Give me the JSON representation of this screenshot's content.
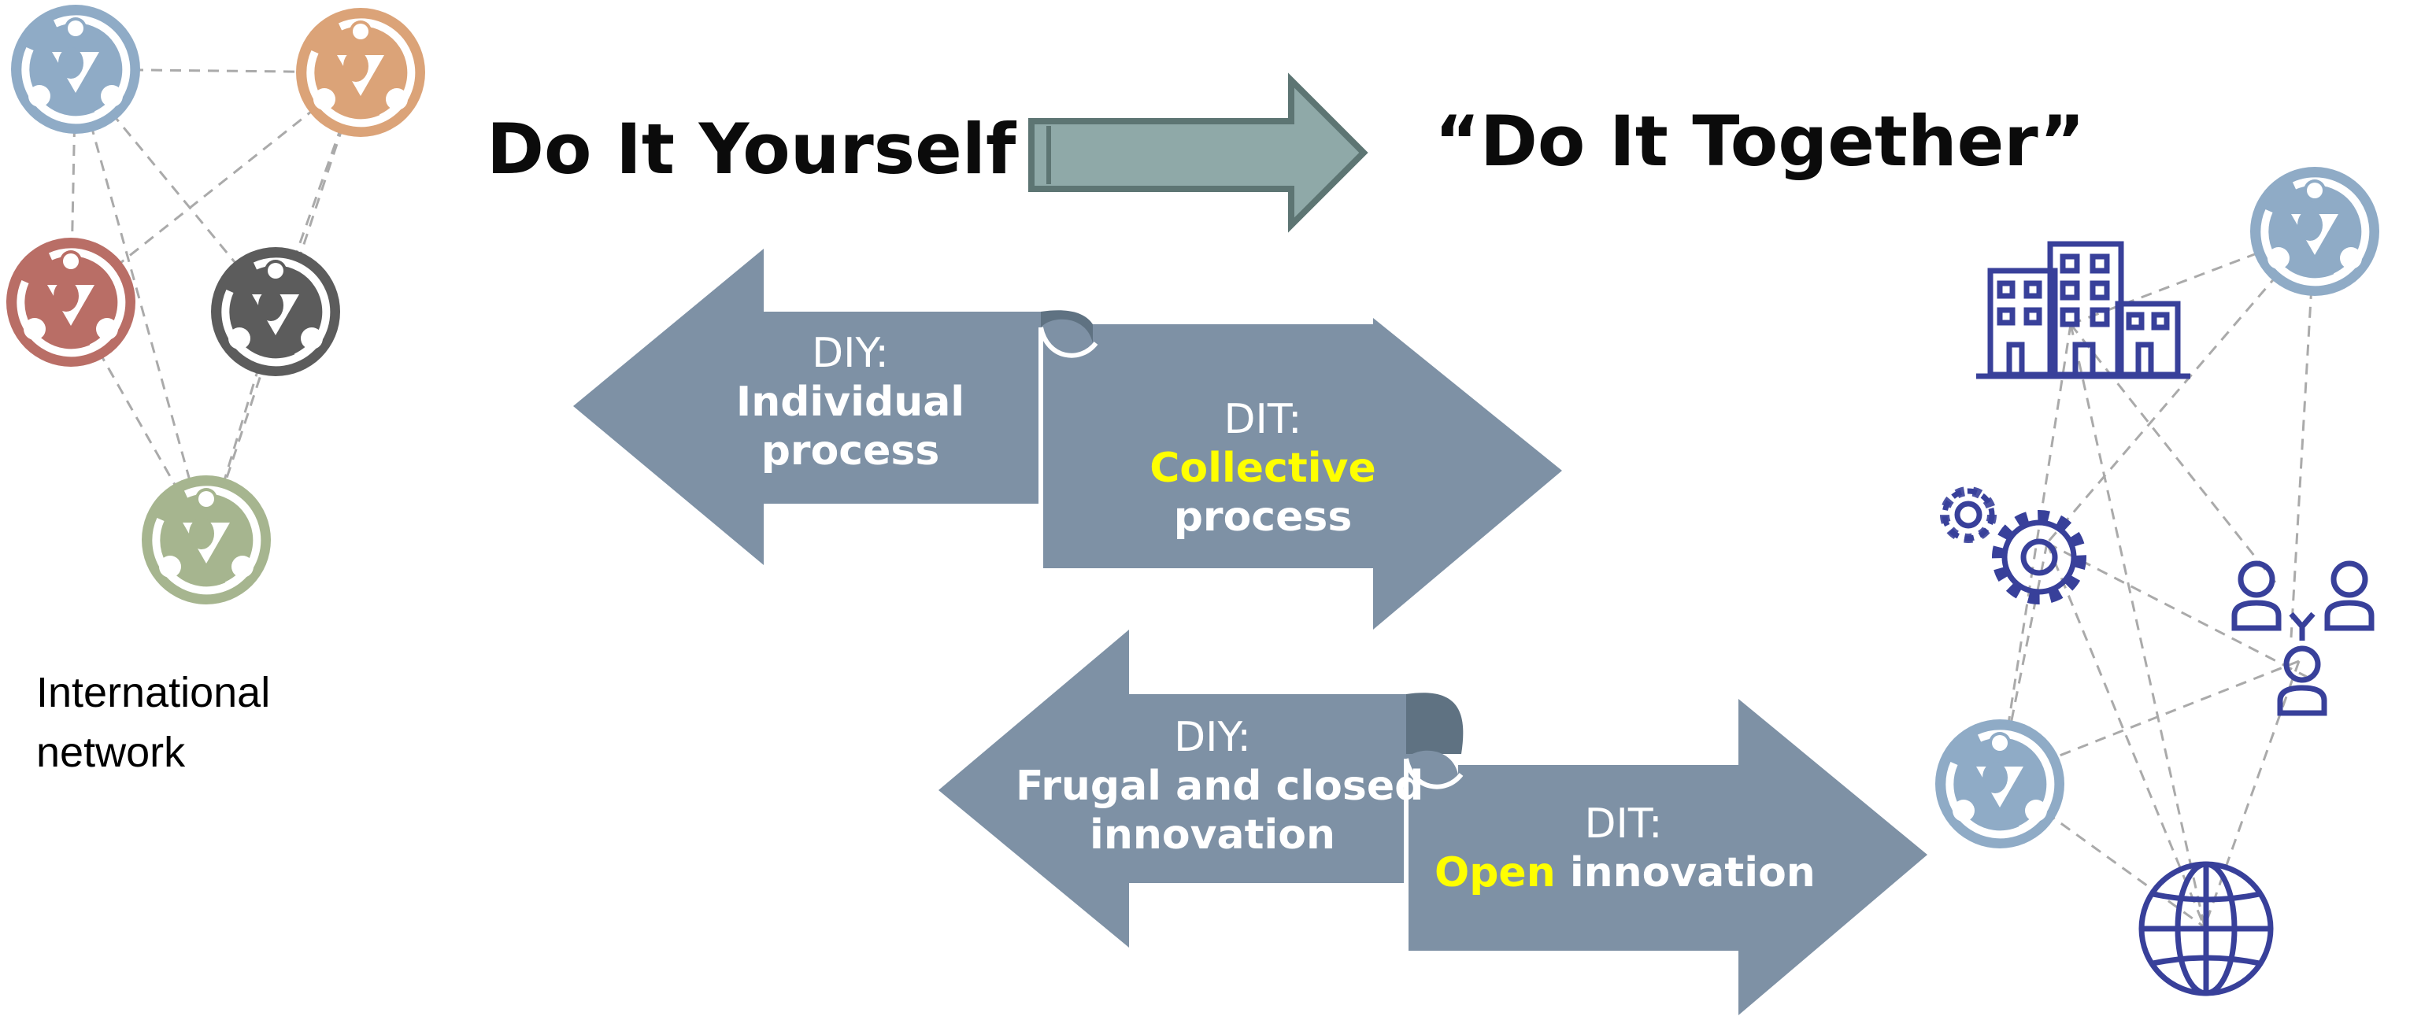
{
  "headings": {
    "diy": "Do It Yourself",
    "dit": "“Do It Together”"
  },
  "network_label": [
    "International",
    "network"
  ],
  "pair_1": {
    "left": {
      "line1": "DIY:",
      "line2": "Individual",
      "line3": "process"
    },
    "right": {
      "line1": "DIT:",
      "highlight": "Collective",
      "line3": "process"
    }
  },
  "pair_2": {
    "left": {
      "line1": "DIY:",
      "line2": "Frugal and closed",
      "line3": "innovation"
    },
    "right": {
      "line1": "DIT:",
      "highlight": "Open",
      "rest": " innovation"
    }
  },
  "colors": {
    "arrow_fill": "#7e91a5",
    "arrow_fold": "#5f7282",
    "transition_arrow": "#8fa9a8",
    "highlight": "#ffff00",
    "icon_stroke": "#38409a",
    "node_blue": "#8fabc6",
    "node_orange": "#dba378",
    "node_red": "#b96e66",
    "node_dark": "#5c5c5c",
    "node_green": "#a6b58f"
  },
  "icons": [
    "fablab-logo-icon",
    "building-icon",
    "gears-icon",
    "people-network-icon",
    "globe-icon",
    "right-arrow-icon"
  ]
}
